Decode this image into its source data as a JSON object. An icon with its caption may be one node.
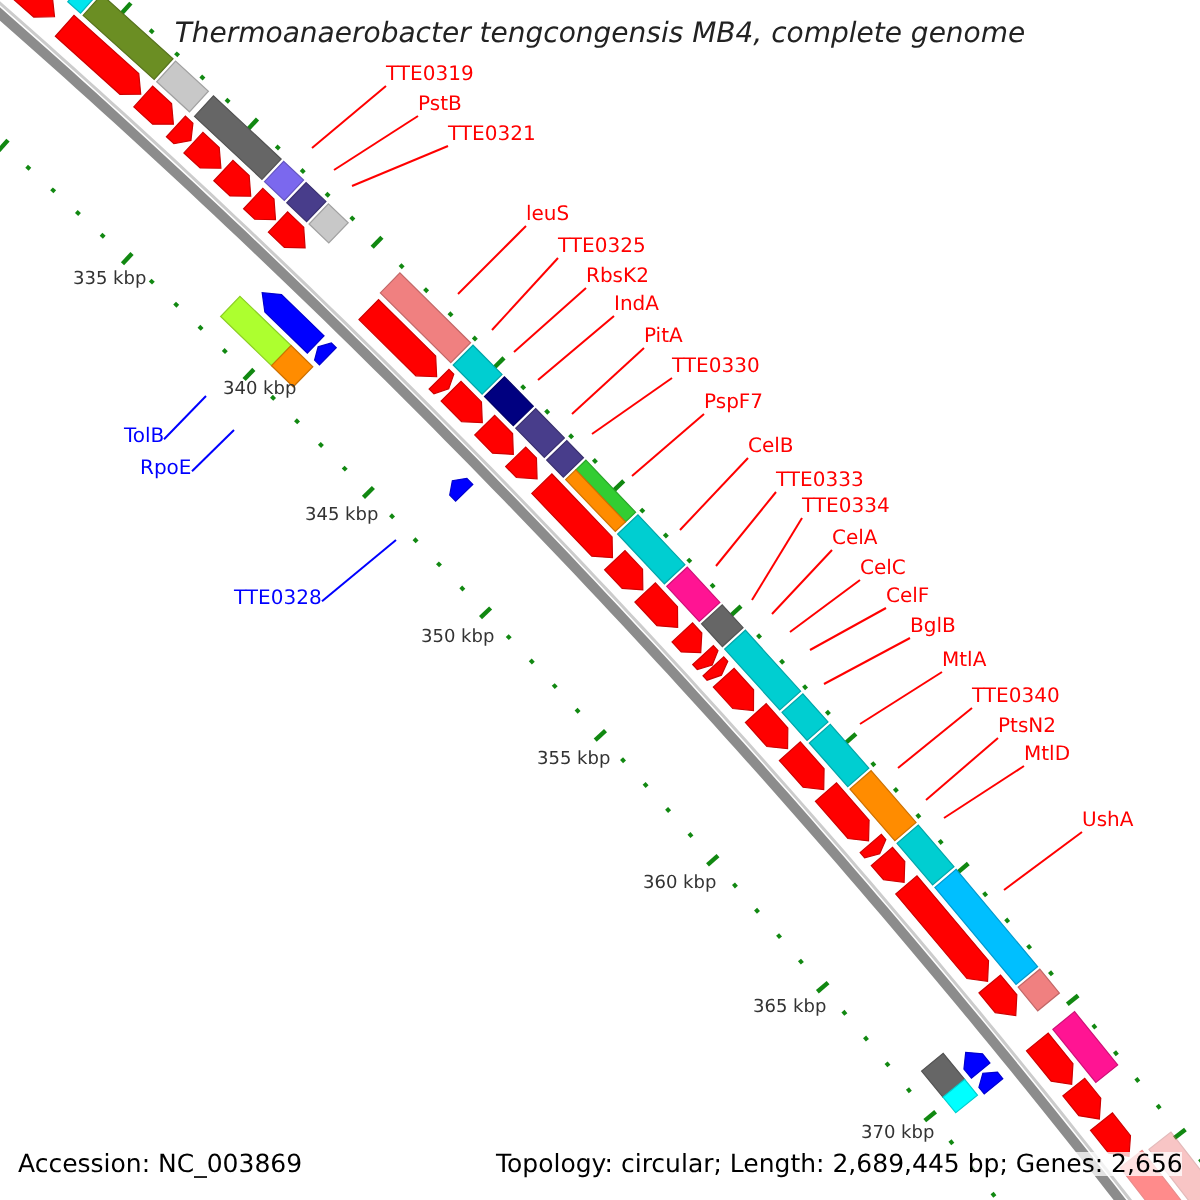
{
  "diagram": {
    "title": "Thermoanaerobacter tengcongensis MB4, complete genome",
    "nodes": [
      {
        "text": [
          "TTE0319"
        ]
      },
      {
        "text": [
          "PstB"
        ]
      },
      {
        "text": [
          "TTE0321"
        ]
      },
      {
        "text": [
          "leuS"
        ]
      },
      {
        "text": [
          "TTE0325"
        ]
      },
      {
        "text": [
          "RbsK2"
        ]
      },
      {
        "text": [
          "IndA"
        ]
      },
      {
        "text": [
          "PitA"
        ]
      },
      {
        "text": [
          "TTE0330"
        ]
      },
      {
        "text": [
          "PspF7"
        ]
      },
      {
        "text": [
          "TolB"
        ]
      },
      {
        "text": [
          "CelB"
        ]
      },
      {
        "text": [
          "RpoE"
        ]
      },
      {
        "text": [
          "TTE0333"
        ]
      },
      {
        "text": [
          "TTE0334"
        ]
      },
      {
        "text": [
          "CelA"
        ]
      },
      {
        "text": [
          "CelC"
        ]
      },
      {
        "text": [
          "CelF"
        ]
      },
      {
        "text": [
          "TTE0328"
        ]
      },
      {
        "text": [
          "BglB"
        ]
      },
      {
        "text": [
          "MtlA"
        ]
      },
      {
        "text": [
          "TTE0340"
        ]
      },
      {
        "text": [
          "PtsN2"
        ]
      },
      {
        "text": [
          "MtlD"
        ]
      },
      {
        "text": [
          "UshA"
        ]
      }
    ],
    "edges": [
      {
        "from": 0,
        "to": null,
        "arrow": "none"
      },
      {
        "from": 1,
        "to": null,
        "arrow": "none"
      },
      {
        "from": 2,
        "to": null,
        "arrow": "none"
      },
      {
        "from": 3,
        "to": null,
        "arrow": "none"
      },
      {
        "from": 4,
        "to": null,
        "arrow": "none"
      },
      {
        "from": 5,
        "to": null,
        "arrow": "none"
      },
      {
        "from": 6,
        "to": null,
        "arrow": "none"
      },
      {
        "from": 7,
        "to": null,
        "arrow": "none"
      },
      {
        "from": 8,
        "to": null,
        "arrow": "none"
      },
      {
        "from": 9,
        "to": null,
        "arrow": "none"
      },
      {
        "from": 10,
        "to": null,
        "arrow": "none",
        "color": "#0000ff"
      },
      {
        "from": 11,
        "to": null,
        "arrow": "none"
      },
      {
        "from": 12,
        "to": null,
        "arrow": "none",
        "color": "#0000ff"
      },
      {
        "from": 13,
        "to": null,
        "arrow": "none"
      },
      {
        "from": 14,
        "to": null,
        "arrow": "none"
      },
      {
        "from": 15,
        "to": null,
        "arrow": "none"
      },
      {
        "from": 16,
        "to": null,
        "arrow": "none"
      },
      {
        "from": 17,
        "to": null,
        "arrow": "none"
      },
      {
        "from": 18,
        "to": null,
        "arrow": "none",
        "color": "#0000ff"
      },
      {
        "from": 19,
        "to": null,
        "arrow": "none"
      },
      {
        "from": 20,
        "to": null,
        "arrow": "none"
      },
      {
        "from": 21,
        "to": null,
        "arrow": "none"
      },
      {
        "from": 22,
        "to": null,
        "arrow": "none"
      },
      {
        "from": 23,
        "to": null,
        "arrow": "none"
      },
      {
        "from": 24,
        "to": null,
        "arrow": "none"
      }
    ],
    "labels": [
      "335 kbp",
      "340 kbp",
      "345 kbp",
      "350 kbp",
      "355 kbp",
      "360 kbp",
      "365 kbp",
      "370 kbp",
      "Accession: NC_003869",
      "Topology: circular; Length: 2,689,445 bp; Genes: 2,656"
    ]
  }
}
